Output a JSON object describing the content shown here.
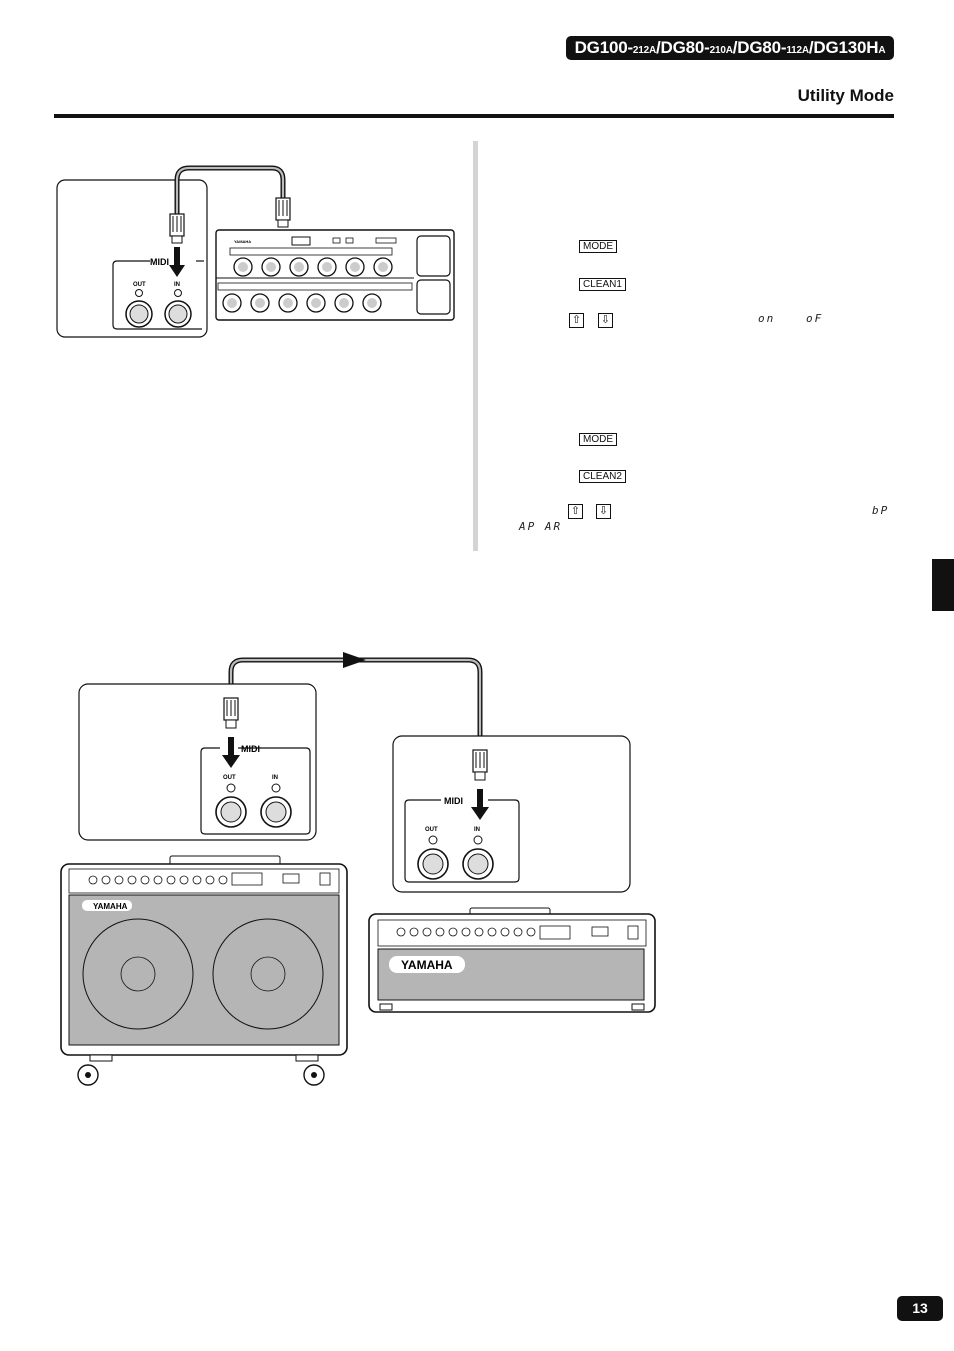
{
  "header": {
    "model_parts": [
      {
        "text": "DG100-",
        "size": "big"
      },
      {
        "text": "212A",
        "size": "sm"
      },
      {
        "text": "/DG80-",
        "size": "big"
      },
      {
        "text": "210A",
        "size": "sm"
      },
      {
        "text": "/DG80-",
        "size": "big"
      },
      {
        "text": "112A",
        "size": "sm"
      },
      {
        "text": "/DG130H",
        "size": "big"
      },
      {
        "text": "A",
        "size": "sm"
      }
    ],
    "section_title": "Utility Mode"
  },
  "keys": {
    "mode_1": "MODE",
    "clean1": "CLEAN1",
    "mode_2": "MODE",
    "clean2": "CLEAN2",
    "up_arrow": "⇧",
    "down_arrow": "⇩"
  },
  "lcd_values": {
    "on": "on",
    "off": "oF",
    "bp": "bP",
    "ap_ar": "AP AR"
  },
  "diagram_labels": {
    "midi": "MIDI",
    "out": "OUT",
    "in": "IN",
    "brand": "YAMAHA"
  },
  "colors": {
    "ink": "#111111",
    "panel_gray": "#b5b5b5",
    "divider_gray": "#d4d4d4"
  },
  "page_number": "13"
}
